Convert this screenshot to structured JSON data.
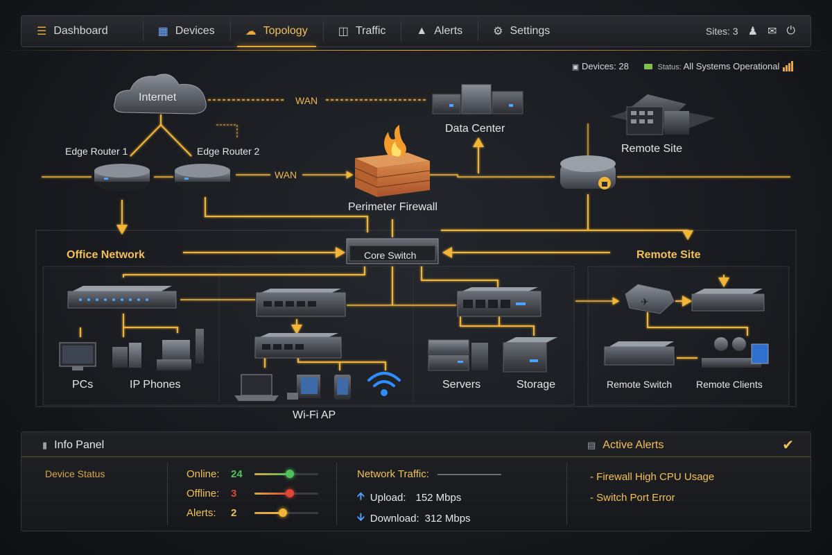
{
  "nav": {
    "items": [
      {
        "label": "Dashboard",
        "icon": "dashboard-icon"
      },
      {
        "label": "Devices",
        "icon": "devices-icon"
      },
      {
        "label": "Topology",
        "icon": "topology-icon"
      },
      {
        "label": "Traffic",
        "icon": "traffic-icon"
      },
      {
        "label": "Alerts",
        "icon": "alert-icon"
      },
      {
        "label": "Settings",
        "icon": "gear-icon"
      }
    ],
    "active": "Topology",
    "sites_label": "Sites: 3"
  },
  "status": {
    "devices_label": "Devices: 28",
    "status_prefix": "Status:",
    "status_value": "All Systems Operational"
  },
  "topology": {
    "internet": "Internet",
    "edge_router_1": "Edge Router 1",
    "edge_router_2": "Edge Router 2",
    "wan_top": "WAN",
    "wan_mid": "WAN",
    "firewall": "Perimeter Firewall",
    "data_center": "Data Center",
    "remote_site_top": "Remote Site",
    "core_switch": "Core Switch",
    "office_network": "Office Network",
    "remote_site_section": "Remote Site",
    "pcs": "PCs",
    "ip_phones": "IP Phones",
    "wifi_ap": "Wi-Fi AP",
    "servers": "Servers",
    "storage": "Storage",
    "remote_switch": "Remote Switch",
    "remote_clients": "Remote Clients"
  },
  "info_panel": {
    "title": "Info Panel",
    "device_status": "Device Status",
    "stats": [
      {
        "label": "Online:",
        "value": "24",
        "color": "#4fc25a",
        "fraction": 0.55
      },
      {
        "label": "Offline:",
        "value": "3",
        "color": "#e04434",
        "fraction": 0.55
      },
      {
        "label": "Alerts:",
        "value": "2",
        "color": "#f2b538",
        "fraction": 0.45
      }
    ],
    "traffic_title": "Network Traffic:",
    "upload_label": "Upload:",
    "upload_value": "152 Mbps",
    "download_label": "Download:",
    "download_value": "312 Mbps"
  },
  "alerts": {
    "title": "Active Alerts",
    "items": [
      "- Firewall High CPU Usage",
      "- Switch Port Error"
    ]
  },
  "colors": {
    "accent": "#e8a93a",
    "online": "#4fc25a",
    "offline": "#e04434",
    "info": "#4da3ff"
  }
}
